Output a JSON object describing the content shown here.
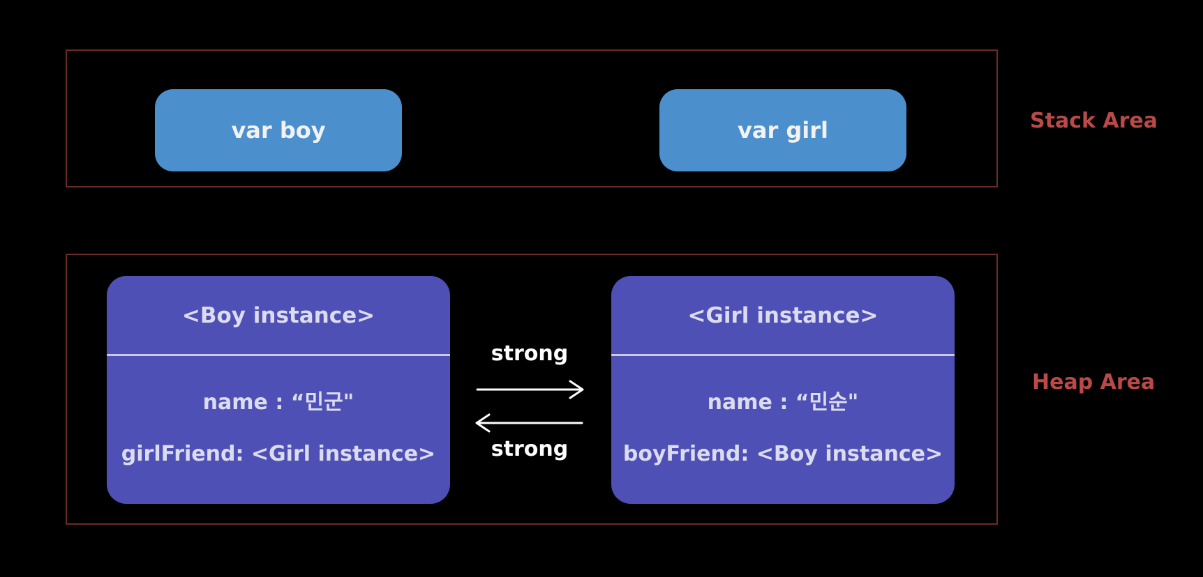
{
  "colors": {
    "background": "#000000",
    "area_border": "#6b2a2a",
    "area_label": "#b94a48",
    "var_box": "#4b8fcc",
    "instance_box": "#4f50b5",
    "arrow": "#ffffff"
  },
  "stack_area": {
    "label": "Stack Area",
    "vars": [
      {
        "label": "var boy"
      },
      {
        "label": "var girl"
      }
    ]
  },
  "heap_area": {
    "label": "Heap Area",
    "instances": [
      {
        "title": "<Boy instance>",
        "name_prop": "name : “민군\"",
        "friend_prop": "girlFriend: <Girl instance>"
      },
      {
        "title": "<Girl instance>",
        "name_prop": "name : “민순\"",
        "friend_prop": "boyFriend: <Boy instance>"
      }
    ]
  },
  "references": [
    {
      "label": "strong",
      "direction": "right"
    },
    {
      "label": "strong",
      "direction": "left"
    }
  ]
}
